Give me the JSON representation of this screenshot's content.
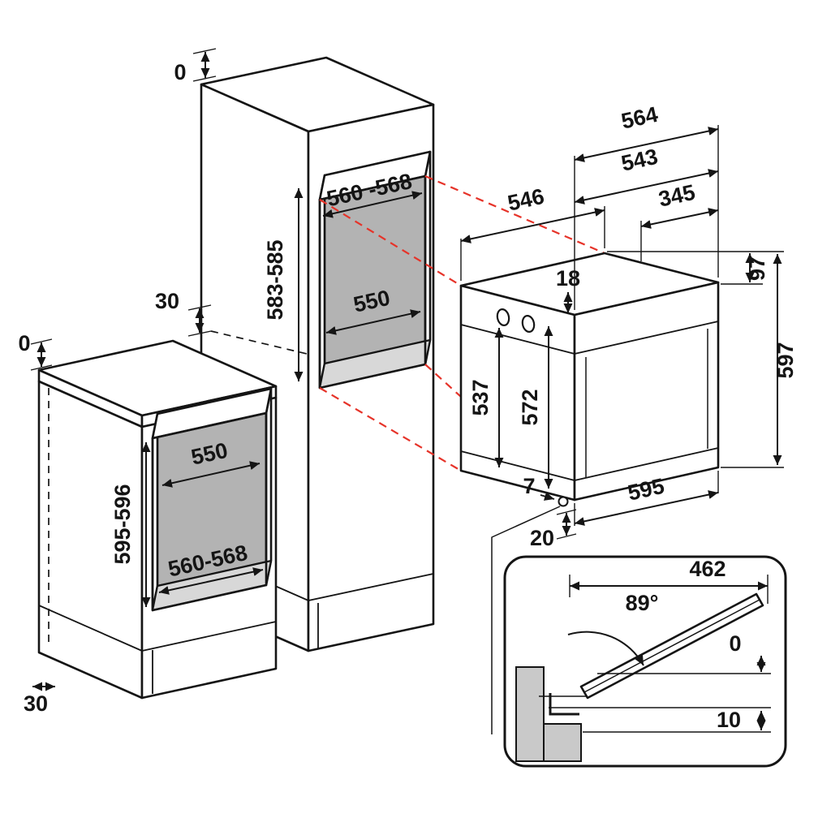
{
  "figure": {
    "colors": {
      "accent_red": "#e63329",
      "line": "#151515",
      "niche_back": "#b3b3b3",
      "niche_floor": "#d8d8d8"
    }
  },
  "tall_cabinet": {
    "top_gap": "0",
    "side_clearance": "30",
    "niche_width": "560 -568",
    "niche_height": "583-585",
    "niche_depth": "550"
  },
  "base_cabinet": {
    "top_gap": "0",
    "niche_depth": "550",
    "niche_height": "595-596",
    "niche_width": "560-568",
    "plinth_recess": "30"
  },
  "oven": {
    "depth_546": "546",
    "depth_543": "543",
    "depth_564": "564",
    "depth_345": "345",
    "gap_18": "18",
    "panel_height_97": "97",
    "height_537": "537",
    "height_572": "572",
    "height_597": "597",
    "width_595": "595",
    "offset_7": "7",
    "plinth_20": "20"
  },
  "door_detail": {
    "projection_462": "462",
    "opening_angle": "89°",
    "gap_0": "0",
    "gap_10": "10"
  }
}
